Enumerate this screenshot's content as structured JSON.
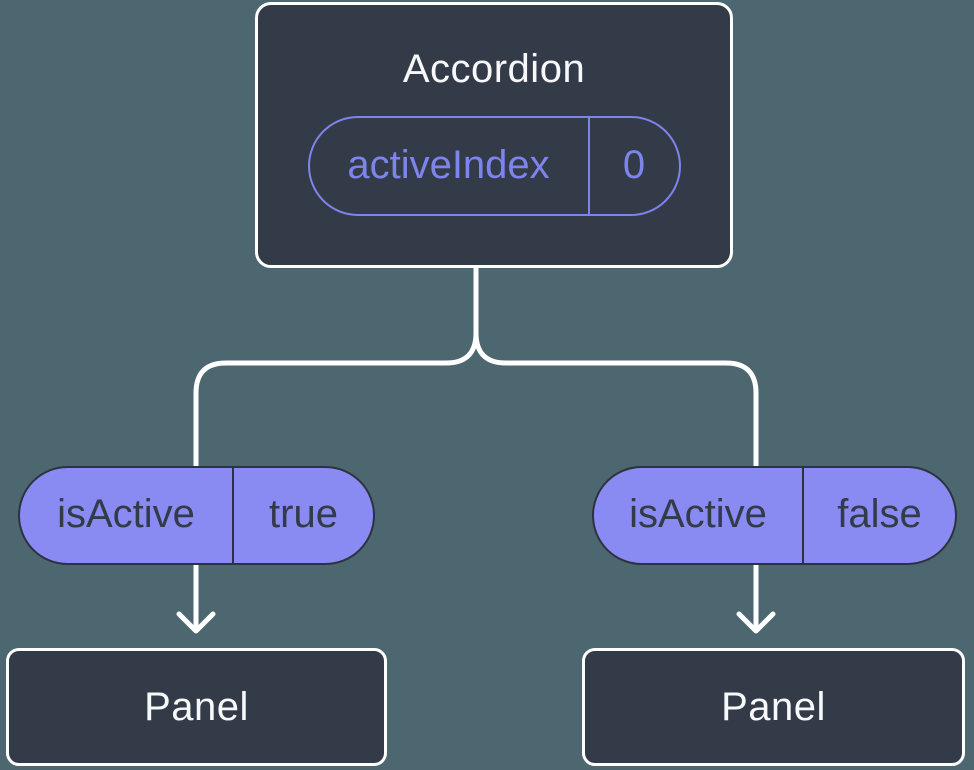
{
  "tree": {
    "root": {
      "title": "Accordion",
      "state": {
        "name": "activeIndex",
        "value": "0"
      }
    },
    "left_branch": {
      "prop": {
        "name": "isActive",
        "value": "true"
      },
      "child": {
        "title": "Panel"
      }
    },
    "right_branch": {
      "prop": {
        "name": "isActive",
        "value": "false"
      },
      "child": {
        "title": "Panel"
      }
    }
  },
  "icons": {
    "arrow_down": "chevron-style down arrow on white connector line"
  },
  "colors": {
    "background": "#4d6770",
    "node_fill": "#343b48",
    "node_border": "#ffffff",
    "node_text": "#f7f8fa",
    "connector_line": "#ffffff",
    "state_pill_accent": "#7e84ee",
    "prop_pill_fill": "#898bf2",
    "prop_pill_border": "#2d333e",
    "prop_pill_text": "#343b48"
  }
}
